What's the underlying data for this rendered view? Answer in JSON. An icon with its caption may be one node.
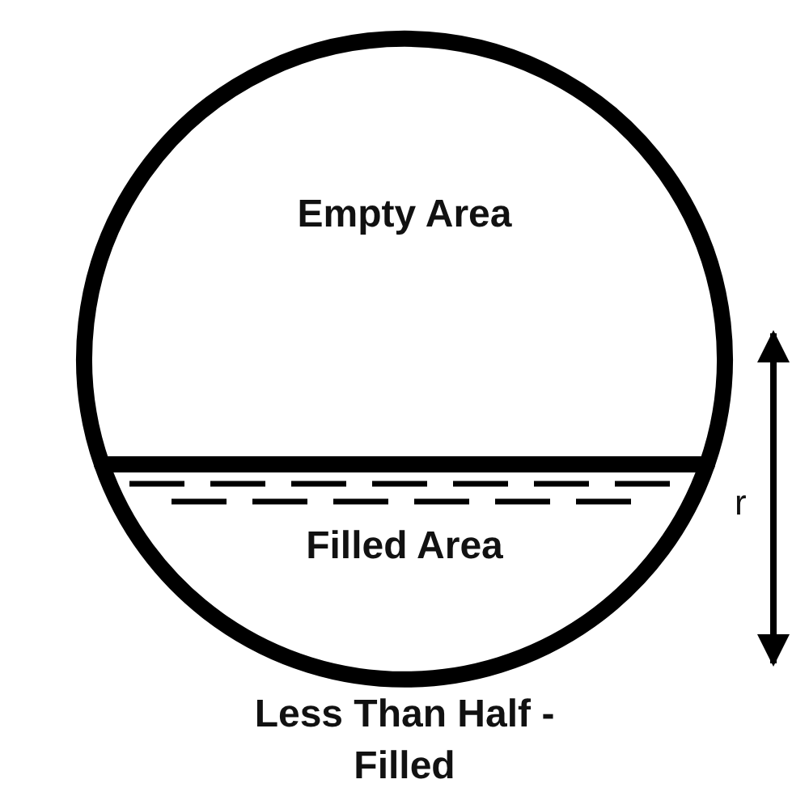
{
  "diagram": {
    "caption": "Less Than Half - Filled",
    "nodes": [
      {
        "text": [
          "Empty Area"
        ]
      },
      {
        "text": [
          "Filled Area"
        ]
      }
    ],
    "labels": [
      "r"
    ]
  }
}
